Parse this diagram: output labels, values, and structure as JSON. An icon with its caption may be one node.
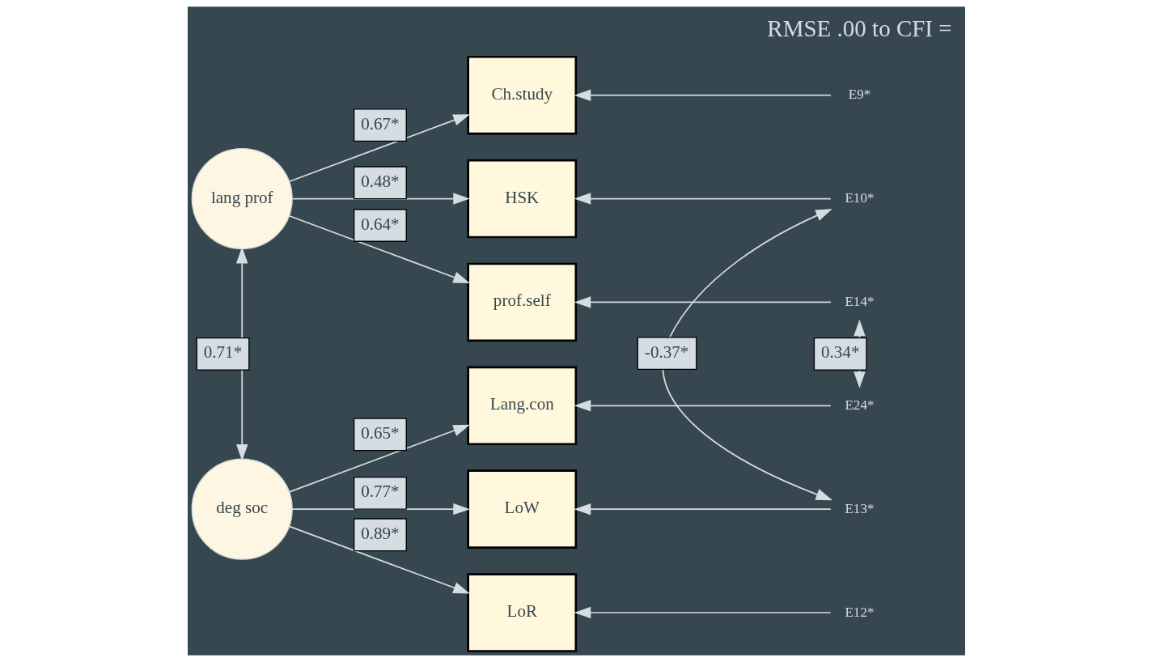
{
  "diagram": {
    "nodes": [
      {
        "text": [
          "lang prof"
        ]
      },
      {
        "text": [
          "deg soc"
        ]
      },
      {
        "text": [
          "Ch.study"
        ]
      },
      {
        "text": [
          "HSK"
        ]
      },
      {
        "text": [
          "prof.self"
        ]
      },
      {
        "text": [
          "Lang.con"
        ]
      },
      {
        "text": [
          "LoW"
        ]
      },
      {
        "text": [
          "LoR"
        ]
      },
      {
        "text": [
          "E9*"
        ]
      },
      {
        "text": [
          "E10*"
        ]
      },
      {
        "text": [
          "E14*"
        ]
      },
      {
        "text": [
          "E24*"
        ]
      },
      {
        "text": [
          "E13*"
        ]
      },
      {
        "text": [
          "E12*"
        ]
      }
    ],
    "edges": [
      {
        "from": 0,
        "to": 1,
        "arrow": "both",
        "label": "0.71*"
      },
      {
        "from": 0,
        "to": 2,
        "arrow": "to",
        "label": "0.67*"
      },
      {
        "from": 0,
        "to": 3,
        "arrow": "to",
        "label": "0.48*"
      },
      {
        "from": 0,
        "to": 4,
        "arrow": "to",
        "label": "0.64*"
      },
      {
        "from": 1,
        "to": 5,
        "arrow": "to",
        "label": "0.65*"
      },
      {
        "from": 1,
        "to": 6,
        "arrow": "to",
        "label": "0.77*"
      },
      {
        "from": 1,
        "to": 7,
        "arrow": "to",
        "label": "0.89*"
      },
      {
        "from": 8,
        "to": 2,
        "arrow": "to"
      },
      {
        "from": 9,
        "to": 3,
        "arrow": "to"
      },
      {
        "from": 10,
        "to": 4,
        "arrow": "to"
      },
      {
        "from": 11,
        "to": 5,
        "arrow": "to"
      },
      {
        "from": 12,
        "to": 6,
        "arrow": "to"
      },
      {
        "from": 13,
        "to": 7,
        "arrow": "to"
      },
      {
        "from": 10,
        "to": 11,
        "arrow": "both",
        "label": "0.34*"
      },
      {
        "from": 9,
        "to": 12,
        "arrow": "both",
        "label": "-0.37*"
      }
    ],
    "labels": [
      "RMSE .00 to CFI ="
    ]
  }
}
